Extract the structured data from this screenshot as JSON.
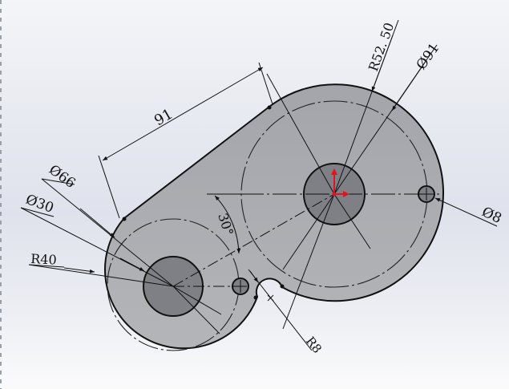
{
  "app": {
    "type": "CAD sketch view",
    "background_colors": [
      "#f4f5f8",
      "#dfe2ec",
      "#fbfbfc"
    ],
    "part_fill_color": "#a9abb0",
    "hole_fill_color": "#7e8086",
    "line_color": "#111111",
    "origin_color": "#e0141e"
  },
  "dimensions": {
    "center_distance": "91",
    "large_fillet_radius": "R52. 50",
    "large_pitch_diameter": "Ø91",
    "small_pitch_diameter": "Ø66",
    "small_hole_diameter": "Ø30",
    "small_outer_radius": "R40",
    "angle": "30°",
    "pin_hole_diameter": "Ø8",
    "notch_fillet_radius": "R8"
  },
  "features": [
    {
      "name": "small-boss",
      "outer": "R40",
      "pitch_circle": "Ø66",
      "hole": "Ø30"
    },
    {
      "name": "large-boss",
      "outer": "R52.50",
      "pitch_circle": "Ø91"
    },
    {
      "name": "pin-hole-right",
      "diameter": "Ø8"
    },
    {
      "name": "pin-hole-left",
      "diameter": "Ø8"
    },
    {
      "name": "notch-fillet",
      "radius": "R8"
    }
  ]
}
